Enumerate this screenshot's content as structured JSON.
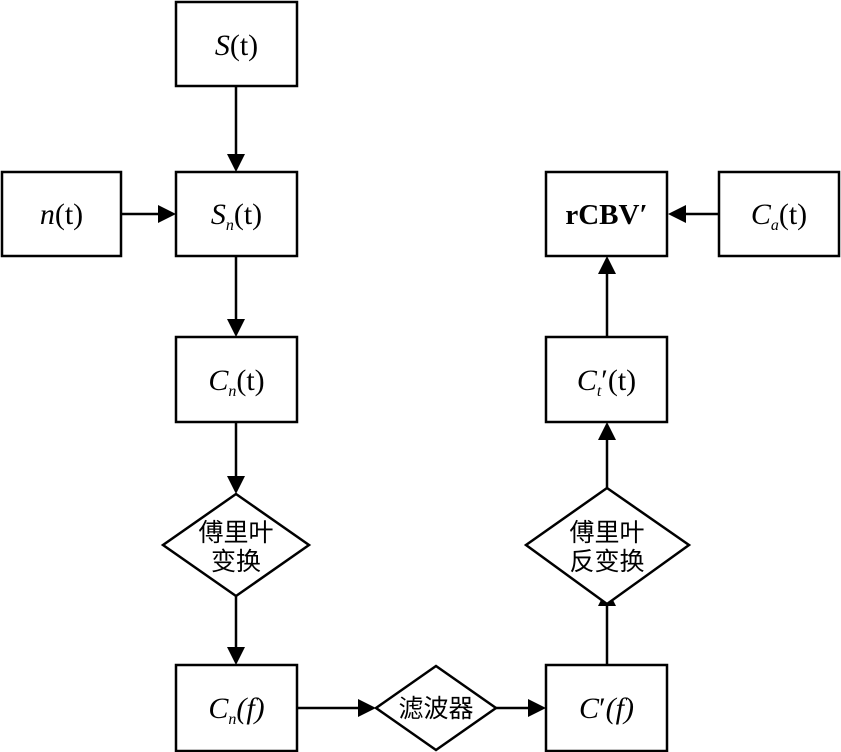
{
  "nodes": {
    "s_t": {
      "var": "S",
      "arg": "(t)"
    },
    "n_t": {
      "var": "n",
      "arg": "(t)"
    },
    "sn_t": {
      "var": "S",
      "sub": "n",
      "arg": "(t)"
    },
    "cn_t": {
      "var": "C",
      "sub": "n",
      "arg": "(t)"
    },
    "fourier": {
      "line1": "傅里叶",
      "line2": "变换"
    },
    "cn_f": {
      "var": "C",
      "sub": "n",
      "arg": "(f)"
    },
    "filter": {
      "label": "滤波器"
    },
    "cprime_f": {
      "var": "C",
      "prime": "′",
      "arg": "(f)"
    },
    "inverse_fourier": {
      "line1": "傅里叶",
      "line2": "反变换"
    },
    "ct_prime_t": {
      "var": "C",
      "sub": "t",
      "prime": "′",
      "arg": "(t)"
    },
    "rcbv": {
      "label": "rCBV′"
    },
    "ca_t": {
      "var": "C",
      "sub": "a",
      "arg": "(t)"
    }
  }
}
